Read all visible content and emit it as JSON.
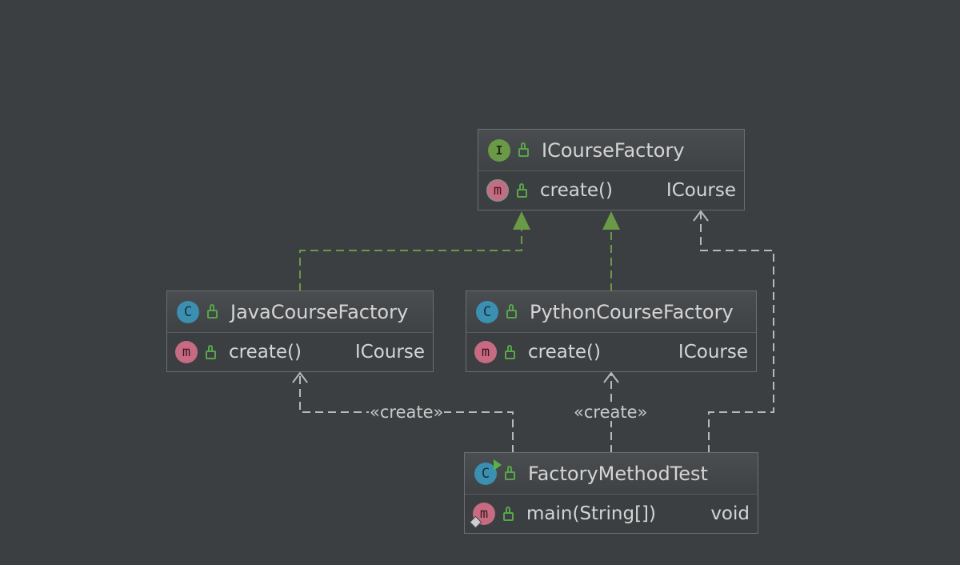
{
  "diagram": {
    "nodes": {
      "icourse_factory": {
        "kind": "interface",
        "badge": "I",
        "name": "ICourseFactory",
        "members": [
          {
            "badge": "m",
            "name": "create()",
            "type": "ICourse",
            "abstract": true
          }
        ]
      },
      "java_course_factory": {
        "kind": "class",
        "badge": "C",
        "name": "JavaCourseFactory",
        "members": [
          {
            "badge": "m",
            "name": "create()",
            "type": "ICourse"
          }
        ]
      },
      "python_course_factory": {
        "kind": "class",
        "badge": "C",
        "name": "PythonCourseFactory",
        "members": [
          {
            "badge": "m",
            "name": "create()",
            "type": "ICourse"
          }
        ]
      },
      "factory_method_test": {
        "kind": "class",
        "badge": "C",
        "name": "FactoryMethodTest",
        "members": [
          {
            "badge": "m",
            "name": "main(String[])",
            "type": "void",
            "static": true
          }
        ]
      }
    },
    "edges": [
      {
        "from": "JavaCourseFactory",
        "to": "ICourseFactory",
        "type": "implements"
      },
      {
        "from": "PythonCourseFactory",
        "to": "ICourseFactory",
        "type": "implements"
      },
      {
        "from": "FactoryMethodTest",
        "to": "JavaCourseFactory",
        "type": "dependency",
        "label": "«create»"
      },
      {
        "from": "FactoryMethodTest",
        "to": "PythonCourseFactory",
        "type": "dependency",
        "label": "«create»"
      },
      {
        "from": "FactoryMethodTest",
        "to": "ICourseFactory",
        "type": "dependency"
      }
    ],
    "colors": {
      "background": "#3c3f41",
      "implements_line": "#6a9a48",
      "dependency_line": "#b8b8b8",
      "interface_badge": "#6a9a48",
      "class_badge": "#3b8fb0",
      "method_badge": "#c76b83",
      "visibility_icon": "#57a64a"
    },
    "icons": {
      "visibility": "public-lock-icon",
      "test_runner": "run-icon",
      "static_member": "static-icon"
    }
  }
}
